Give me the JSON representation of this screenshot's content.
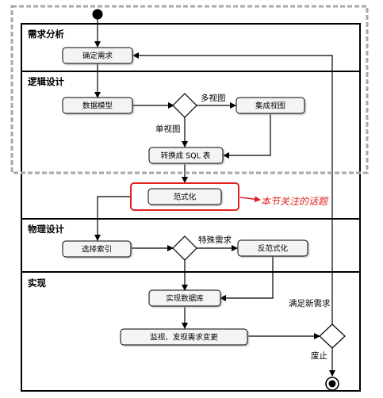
{
  "lanes": {
    "requirements": "需求分析",
    "logical": "逻辑设计",
    "physical": "物理设计",
    "implementation": "实现"
  },
  "nodes": {
    "confirm_requirements": "确定需求",
    "data_model": "数据模型",
    "integrated_view": "集成视图",
    "convert_sql": "转换成 SQL 表",
    "normalization": "范式化",
    "select_index": "选择索引",
    "denormalization": "反范式化",
    "implement_db": "实现数据库",
    "monitor": "监视、发现需求变更"
  },
  "edges": {
    "multi_view": "多视图",
    "single_view": "单视图",
    "special_requirement": "特殊需求",
    "new_requirement": "满足新需求",
    "abandon": "废止"
  },
  "annotation": "本节关注的话题",
  "colors": {
    "highlight": "#e02020",
    "dashed_frame": "#a8a8a8",
    "box_fill": "#f4f4f4"
  }
}
